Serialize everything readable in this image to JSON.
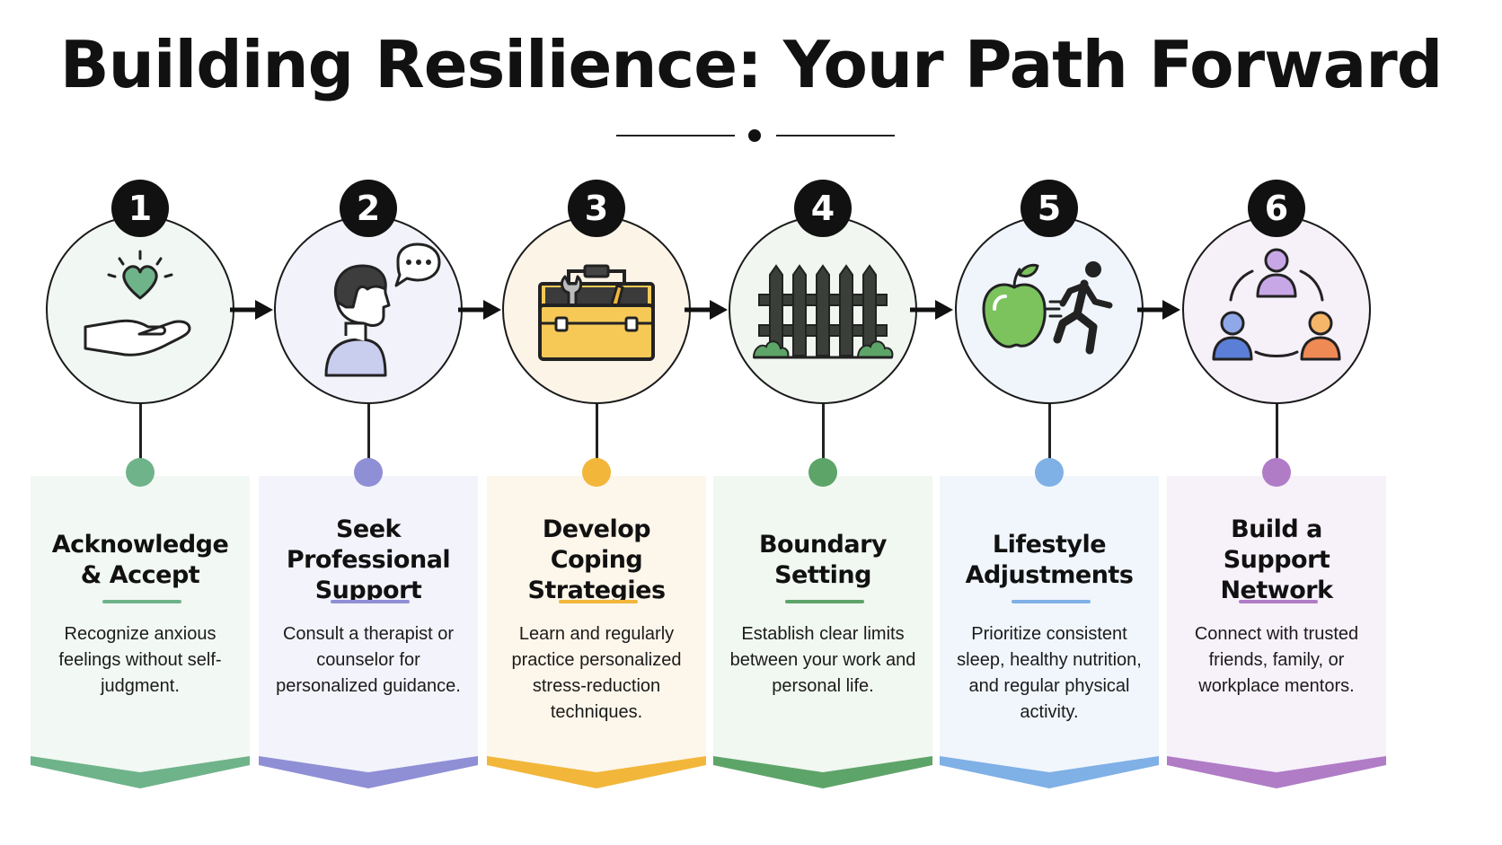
{
  "title": "Building Resilience: Your Path Forward",
  "steps": [
    {
      "number": "1",
      "title": "Acknowledge & Accept",
      "desc": "Recognize anxious feelings without self-judgment.",
      "icon": "heart-hand-icon",
      "accent": "#6fb38a",
      "card_bg": "#f2f8f3"
    },
    {
      "number": "2",
      "title": "Seek Professional Support",
      "desc": "Consult a therapist or counselor for personalized guidance.",
      "icon": "person-speech-icon",
      "accent": "#8f8fd6",
      "card_bg": "#f3f3fb"
    },
    {
      "number": "3",
      "title": "Develop Coping Strategies",
      "desc": "Learn and regularly practice personalized stress-reduction techniques.",
      "icon": "toolbox-icon",
      "accent": "#f2b63a",
      "card_bg": "#fdf6ea"
    },
    {
      "number": "4",
      "title": "Boundary Setting",
      "desc": "Establish clear limits between your work and personal life.",
      "icon": "fence-icon",
      "accent": "#5da468",
      "card_bg": "#f1f7f1"
    },
    {
      "number": "5",
      "title": "Lifestyle Adjustments",
      "desc": "Prioritize consistent sleep, healthy nutrition, and regular physical activity.",
      "icon": "apple-runner-icon",
      "accent": "#7fb0e6",
      "card_bg": "#f1f6fc"
    },
    {
      "number": "6",
      "title": "Build a Support Network",
      "desc": "Connect with trusted friends, family, or workplace mentors.",
      "icon": "network-people-icon",
      "accent": "#b07cc6",
      "card_bg": "#f7f1fa"
    }
  ]
}
